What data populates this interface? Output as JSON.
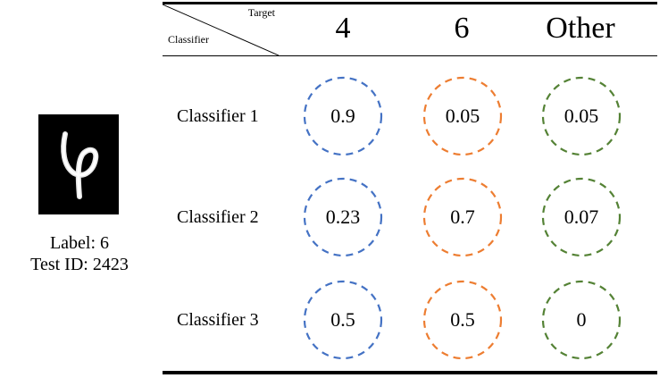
{
  "sample": {
    "label_text": "Label: 6",
    "test_id_text": "Test ID: 2423",
    "digit_icon": "handwritten-digit-6-image"
  },
  "header": {
    "corner_target": "Target",
    "corner_classifier": "Classifier",
    "columns": [
      "4",
      "6",
      "Other"
    ]
  },
  "colors": {
    "col_4": "#4472c4",
    "col_6": "#ed7d31",
    "col_other": "#548235"
  },
  "rows": [
    {
      "label": "Classifier 1",
      "values": [
        "0.9",
        "0.05",
        "0.05"
      ]
    },
    {
      "label": "Classifier 2",
      "values": [
        "0.23",
        "0.7",
        "0.07"
      ]
    },
    {
      "label": "Classifier 3",
      "values": [
        "0.5",
        "0.5",
        "0"
      ]
    }
  ]
}
